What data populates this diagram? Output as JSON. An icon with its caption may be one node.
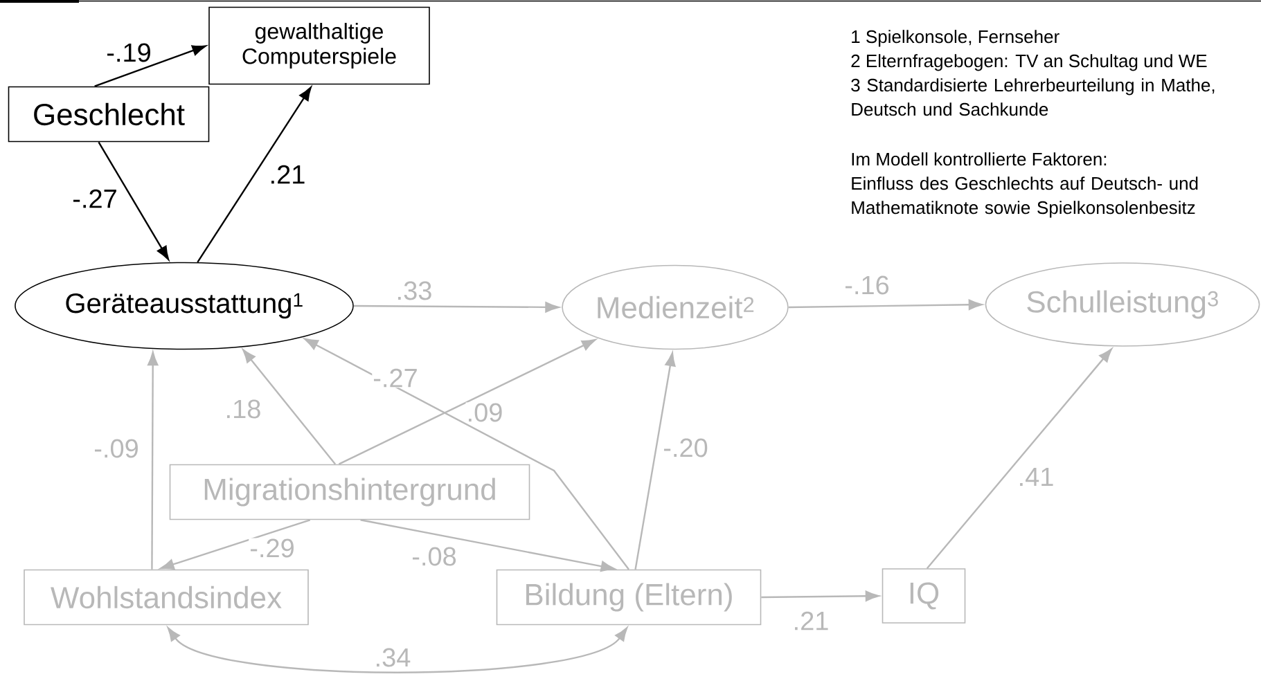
{
  "diagram": {
    "nodes": [
      {
        "text": [
          "gewalthaltige Computerspiele"
        ]
      },
      {
        "text": [
          "Geschlecht"
        ]
      },
      {
        "text": [
          "Geräteausstattung$^{1}$"
        ]
      },
      {
        "text": [
          "Medienzeit$^{2}$"
        ]
      },
      {
        "text": [
          "Schulleistung$^{3}$"
        ]
      },
      {
        "text": [
          "Migrationshintergrund"
        ]
      },
      {
        "text": [
          "Wohlstandsindex"
        ]
      },
      {
        "text": [
          "Bildung (Eltern)"
        ]
      },
      {
        "text": [
          "IQ"
        ]
      }
    ],
    "edges": [
      {
        "from": 1,
        "to": 0,
        "arrow": "to",
        "label": "-.19",
        "color": "#000000"
      },
      {
        "from": 1,
        "to": 2,
        "arrow": "to",
        "label": "-.27",
        "color": "#000000"
      },
      {
        "from": 2,
        "to": 0,
        "arrow": "to",
        "label": ".21",
        "color": "#000000"
      },
      {
        "from": 2,
        "to": 3,
        "arrow": "to",
        "label": ".33"
      },
      {
        "from": 3,
        "to": 4,
        "arrow": "to",
        "label": "-.16"
      },
      {
        "from": 5,
        "to": 2,
        "arrow": "to",
        "label": ".18"
      },
      {
        "from": 7,
        "to": 2,
        "arrow": "to",
        "label": "-.27"
      },
      {
        "from": 5,
        "to": 3,
        "arrow": "to",
        "label": ".09"
      },
      {
        "from": 6,
        "to": 2,
        "arrow": "to",
        "label": "-.09"
      },
      {
        "from": 7,
        "to": 3,
        "arrow": "to",
        "label": "-.20"
      },
      {
        "from": 5,
        "to": 6,
        "arrow": "to",
        "label": "-.29"
      },
      {
        "from": 5,
        "to": 7,
        "arrow": "to",
        "label": "-.08"
      },
      {
        "from": 7,
        "to": 8,
        "arrow": "to",
        "label": ".21"
      },
      {
        "from": 8,
        "to": 4,
        "arrow": "to",
        "label": ".41"
      },
      {
        "from": 6,
        "to": 7,
        "arrow": "both",
        "label": ".34"
      }
    ],
    "labels": [
      "1 Spielkonsole, Fernseher",
      "2 Elternfragebogen: TV an Schultag und WE",
      "3 Standardisierte Lehrerbeurteilung in Mathe, Deutsch und Sachkunde",
      "Im Modell kontrollierte Faktoren:",
      "Einfluss des Geschlechts auf Deutsch- und Mathematiknote sowie Spielkonsolenbesitz"
    ]
  }
}
